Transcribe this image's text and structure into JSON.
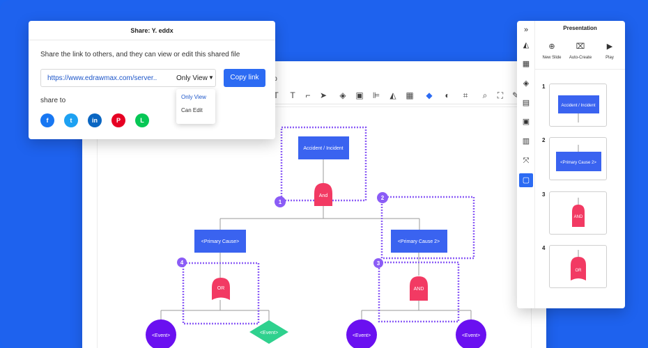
{
  "share": {
    "title": "Share: Y. eddx",
    "description": "Share the link to others, and they can view or edit this shared file",
    "link": "https://www.edrawmax.com/server..",
    "permission": "Only View",
    "copy_label": "Copy link",
    "share_to": "share to",
    "dropdown_options": [
      "Only View",
      "Can Edit"
    ],
    "social": [
      "facebook",
      "twitter",
      "linkedin",
      "pinterest",
      "line"
    ]
  },
  "editor": {
    "menu_fragment": "lp"
  },
  "panel": {
    "title": "Presentation",
    "actions": [
      {
        "label": "New Slide",
        "icon": "plus-circle-icon"
      },
      {
        "label": "Auto-Create",
        "icon": "auto-create-icon"
      },
      {
        "label": "Play",
        "icon": "play-icon"
      }
    ],
    "slides": [
      {
        "num": "1",
        "label": "Accident / Incident"
      },
      {
        "num": "2",
        "label": "<Primary Cause 2>"
      },
      {
        "num": "3",
        "label": "AND"
      },
      {
        "num": "4",
        "label": "OR"
      }
    ]
  },
  "diagram": {
    "top": "Accident / Incident",
    "and_gate": "And",
    "left_cause": "<Primary Cause>",
    "right_cause": "<Primary Cause 2>",
    "or_gate": "OR",
    "and_gate2": "AND",
    "event": "<Event>",
    "markers": [
      "1",
      "2",
      "3",
      "4"
    ],
    "colors": {
      "blue": "#3a63f0",
      "gate": "#f23a63",
      "purple": "#6a2bf0",
      "green": "#2fd18e",
      "marker": "#8b5cf6"
    }
  }
}
